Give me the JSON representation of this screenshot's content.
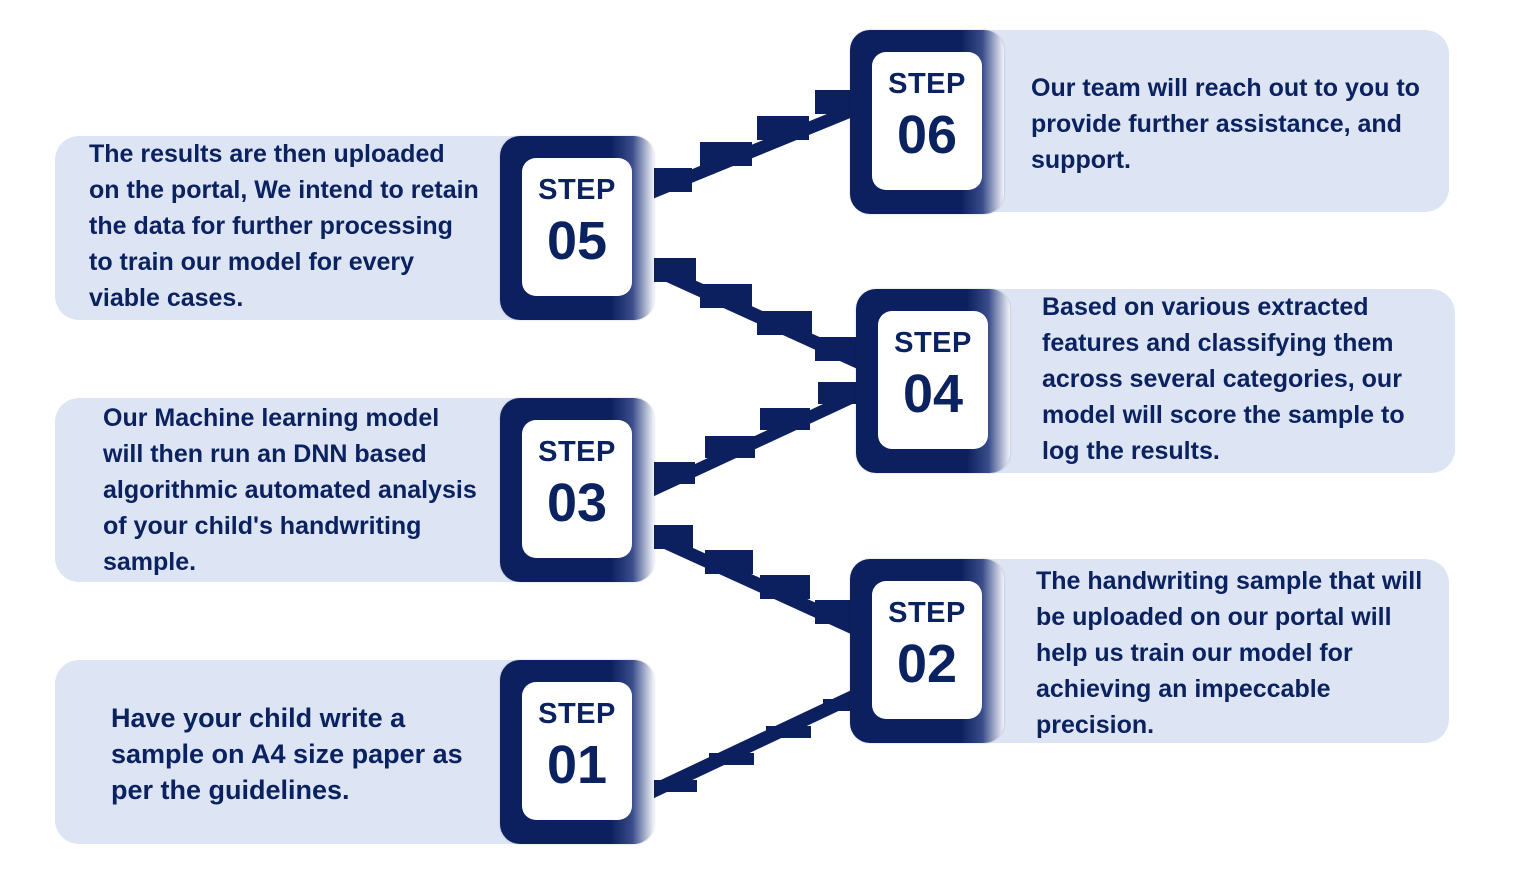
{
  "colors": {
    "navy": "#0c205f",
    "card": "#dde4f3",
    "text": "#0b2260"
  },
  "steps": [
    {
      "label": "STEP",
      "number": "01",
      "text": "Have your child write a sample on A4 size paper as per the guidelines."
    },
    {
      "label": "STEP",
      "number": "02",
      "text": "The handwriting sample that will be uploaded on our portal will help us train our model for achieving an impeccable precision."
    },
    {
      "label": "STEP",
      "number": "03",
      "text": "Our Machine learning model will then run an DNN based algorithmic automated analysis of your child's handwriting sample."
    },
    {
      "label": "STEP",
      "number": "04",
      "text": "Based on various extracted features and classifying them across several categories, our model will score the sample to log the results."
    },
    {
      "label": "STEP",
      "number": "05",
      "text": "The results are then uploaded on the portal, We intend to retain the data for further processing to train our model for every viable cases."
    },
    {
      "label": "STEP",
      "number": "06",
      "text": "Our team will reach out to you to provide further assistance, and support."
    }
  ]
}
